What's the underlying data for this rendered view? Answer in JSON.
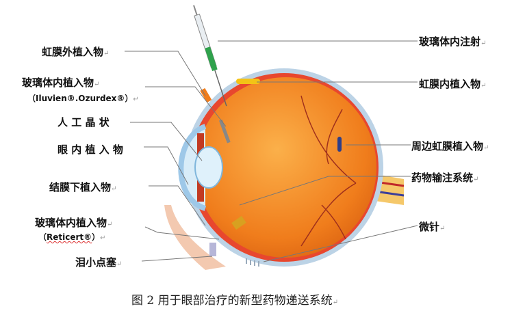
{
  "left_labels": {
    "iris_external": "虹膜外植入物",
    "vitreous_implant_1": "玻璃体内植入物",
    "vitreous_implant_1_brands": "（Iluvien®.Ozurdex®）",
    "artificial_lens": "人 工 晶 状",
    "intraocular_implant": "眼 内 植 入 物",
    "subconjunctival": "结膜下植入物",
    "vitreous_implant_2": "玻璃体内植入物",
    "vitreous_implant_2_brand_open": "（",
    "vitreous_implant_2_brand": "Reticert®",
    "vitreous_implant_2_brand_close": "）",
    "punctal_plug": "泪小点塞"
  },
  "right_labels": {
    "intravitreal_injection": "玻璃体内注射",
    "intra_iris_implant": "虹膜内植入物",
    "peripheral_iris_implant": "周边虹膜植入物",
    "drug_infusion_system": "药物输注系统",
    "microneedle": "微针"
  },
  "paragraph_mark": "↵",
  "caption": "图 2  用于眼部治疗的新型药物递送系统"
}
